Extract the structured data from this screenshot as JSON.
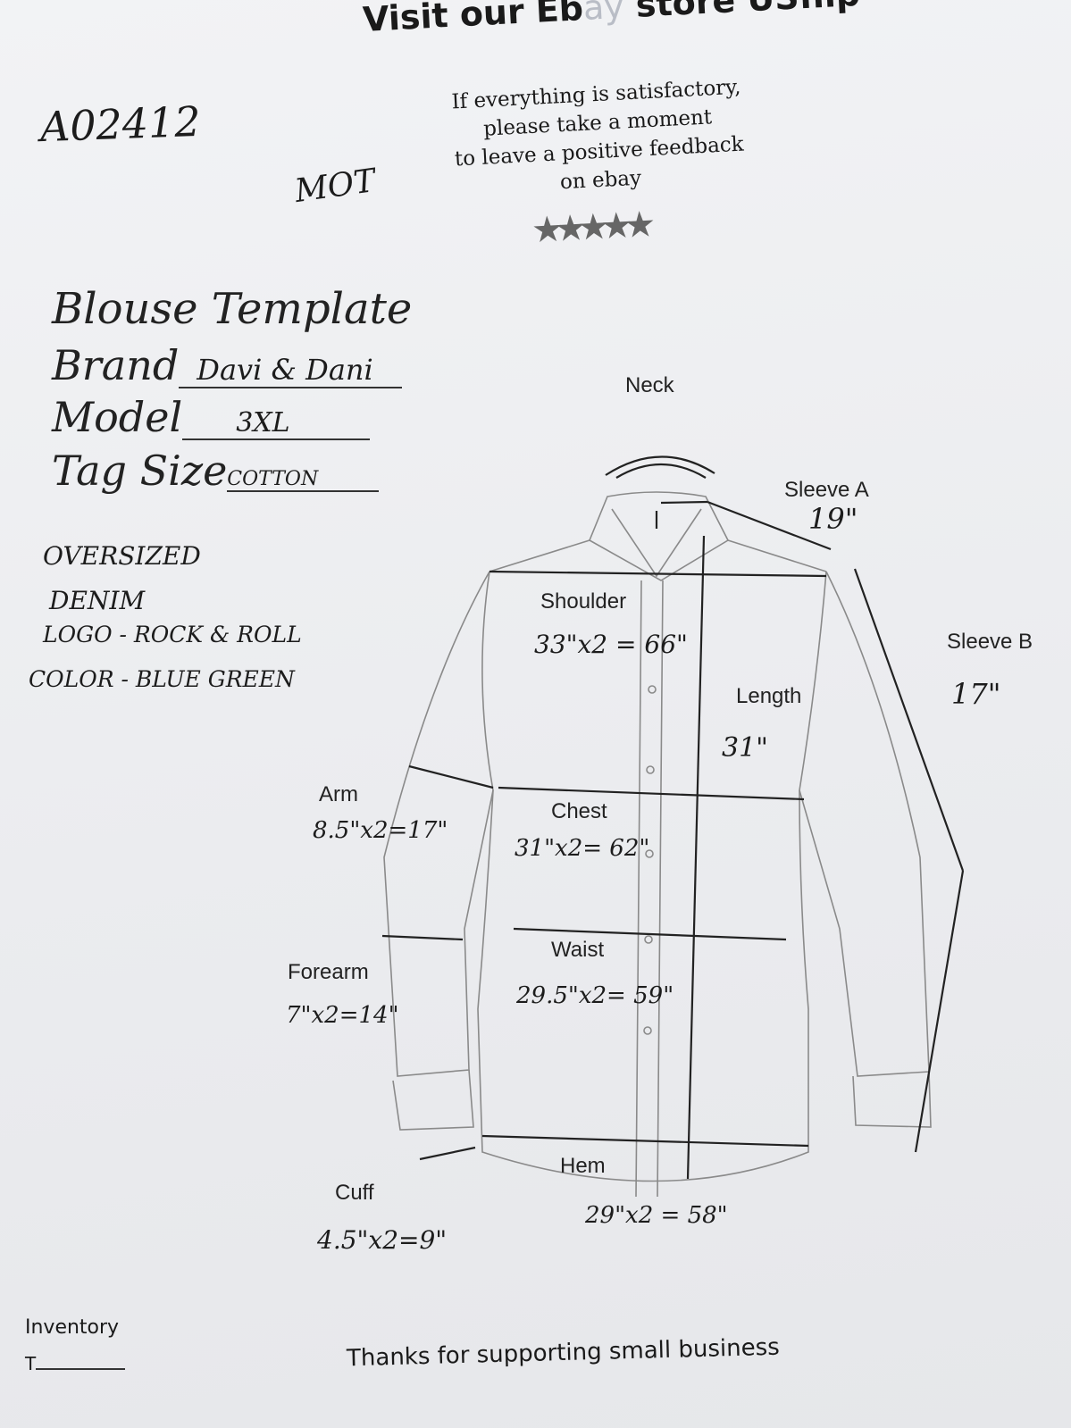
{
  "header": {
    "store_prefix": "Visit our Eb",
    "store_ay": "ay",
    "store_suffix": " store  USflip",
    "feedback_lines": [
      "If everything is satisfactory,",
      "please take a moment",
      "to leave a positive feedback",
      "on ebay"
    ],
    "stars": "★★★★★",
    "rating_stars": 5
  },
  "handwritten": {
    "sku": "A02412",
    "code": "MOT",
    "brand_value": "Davi & Dani",
    "model_value": "3XL",
    "tag_size_value": "COTTON",
    "notes": [
      "OVERSIZED",
      "DENIM",
      "LOGO - ROCK & ROLL",
      "COLOR - BLUE GREEN"
    ]
  },
  "template": {
    "title": "Blouse Template",
    "brand_label": "Brand",
    "model_label": "Model",
    "tag_size_label": "Tag Size"
  },
  "measurements": {
    "neck": {
      "label": "Neck"
    },
    "sleeve_a": {
      "label": "Sleeve A",
      "value": "19\""
    },
    "sleeve_b": {
      "label": "Sleeve B",
      "value": "17\""
    },
    "shoulder": {
      "label": "Shoulder",
      "value": "33\"x2 = 66\""
    },
    "length": {
      "label": "Length",
      "value": "31\""
    },
    "arm": {
      "label": "Arm",
      "value": "8.5\"x2=17\""
    },
    "chest": {
      "label": "Chest",
      "value": "31\"x2= 62\""
    },
    "waist": {
      "label": "Waist",
      "value": "29.5\"x2= 59\""
    },
    "forearm": {
      "label": "Forearm",
      "value": "7\"x2=14\""
    },
    "hem": {
      "label": "Hem",
      "value": "29\"x2 = 58\""
    },
    "cuff": {
      "label": "Cuff",
      "value": "4.5\"x2=9\""
    }
  },
  "footer": {
    "inventory_label": "Inventory",
    "inventory_prefix": "T",
    "thanks": "Thanks for supporting small business"
  }
}
